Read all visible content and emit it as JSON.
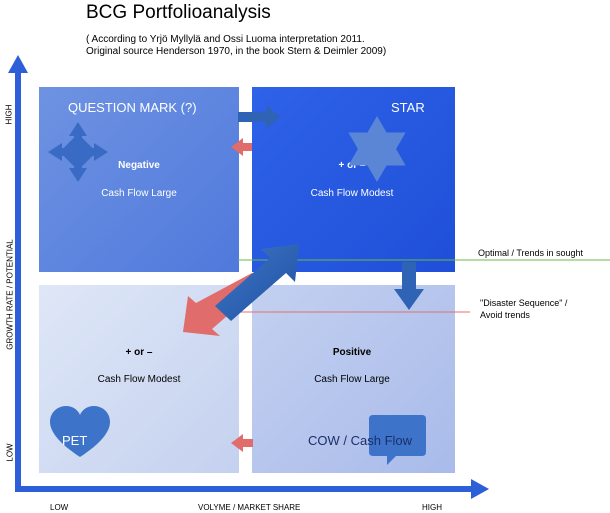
{
  "title": "BCG Portfolioanalysis",
  "subtitle_line1": "( According to Yrjö Myllylä and Ossi Luoma interpretation 2011.",
  "subtitle_line2": "Original source Henderson 1970, in the book Stern & Deimler 2009)",
  "axes": {
    "y_high": "HIGH",
    "y_low": "LOW",
    "y_title": "GROWTH RATE / POTENTIAL",
    "x_low": "LOW",
    "x_high": "HIGH",
    "x_title": "VOLYME / MARKET SHARE"
  },
  "quadrants": {
    "question_mark": {
      "label": "QUESTION MARK (?)",
      "flow_sign": "Negative",
      "cash_flow": "Cash Flow Large"
    },
    "star": {
      "label": "STAR",
      "flow_sign": "+ or –",
      "cash_flow": "Cash Flow Modest"
    },
    "pet": {
      "label": "PET",
      "flow_sign": "+ or –",
      "cash_flow": "Cash Flow Modest"
    },
    "cow": {
      "label": "COW / Cash Flow",
      "flow_sign": "Positive",
      "cash_flow": "Cash Flow Large"
    }
  },
  "annotations": {
    "optimal": "Optimal / Trends in sought",
    "disaster_line1": "\"Disaster Sequence\" /",
    "disaster_line2": "Avoid trends"
  },
  "colors": {
    "question_mark": "#5a80de",
    "star": "#2357e0",
    "pet": "#d3ddf3",
    "cow": "#b6c5ec",
    "axis": "#2d5fd8",
    "arrow_blue": "#2f63b5",
    "arrow_red": "#e06c6c",
    "line_green": "#6bb84a",
    "line_red": "#e07070"
  }
}
